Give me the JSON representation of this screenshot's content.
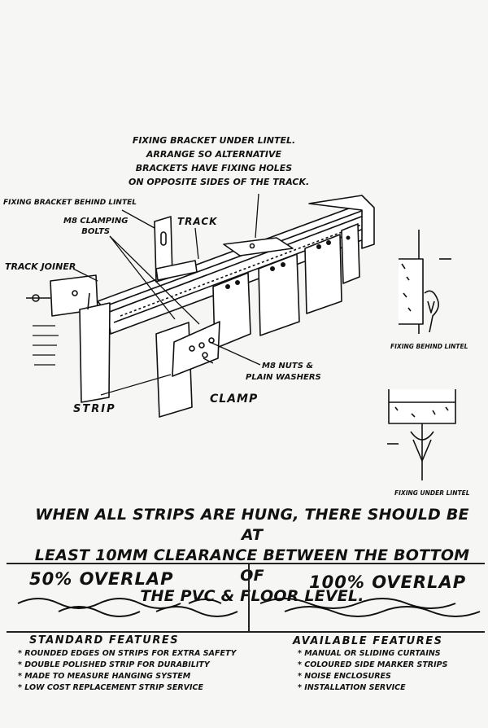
{
  "callouts": {
    "top_note": [
      "FIXING BRACKET UNDER LINTEL.",
      "ARRANGE SO ALTERNATIVE",
      "BRACKETS HAVE FIXING HOLES",
      "ON OPPOSITE SIDES OF THE TRACK."
    ],
    "bracket_behind": "FIXING BRACKET BEHIND LINTEL",
    "m8_clamping": [
      "M8 CLAMPING",
      "BOLTS"
    ],
    "track": "TRACK",
    "track_joiner": "TRACK JOINER",
    "strip": "STRIP",
    "m8_nuts": [
      "M8 NUTS &",
      "PLAIN WASHERS"
    ],
    "clamp": "CLAMP",
    "fixing_behind_lintel": "FIXING BEHIND LINTEL",
    "fixing_under_lintel": "FIXING UNDER LINTEL"
  },
  "notice": [
    "WHEN ALL STRIPS ARE HUNG, THERE SHOULD BE AT",
    "LEAST 10MM CLEARANCE BETWEEN THE BOTTOM OF",
    "THE PVC & FLOOR LEVEL."
  ],
  "overlap": {
    "left": "50% OVERLAP",
    "right": "100% OVERLAP"
  },
  "features": {
    "standard_title": "STANDARD FEATURES",
    "standard": [
      "ROUNDED EDGES ON STRIPS FOR EXTRA SAFETY",
      "DOUBLE POLISHED STRIP FOR DURABILITY",
      "MADE TO MEASURE HANGING SYSTEM",
      "LOW COST REPLACEMENT STRIP SERVICE"
    ],
    "available_title": "AVAILABLE FEATURES",
    "available": [
      "MANUAL OR SLIDING CURTAINS",
      "COLOURED SIDE MARKER STRIPS",
      "NOISE ENCLOSURES",
      "INSTALLATION SERVICE"
    ]
  }
}
